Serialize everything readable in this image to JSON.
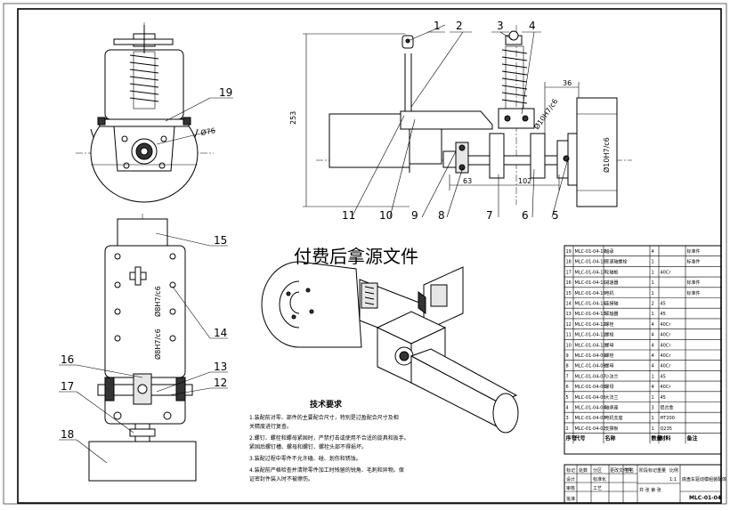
{
  "watermark": "付费后拿源文件",
  "callouts": [
    "1",
    "2",
    "3",
    "4",
    "5",
    "6",
    "7",
    "8",
    "9",
    "10",
    "11",
    "12",
    "13",
    "14",
    "15",
    "16",
    "17",
    "18",
    "19"
  ],
  "dimensions": {
    "d_253": "253",
    "d_36": "36",
    "d_63": "63",
    "d_102": "102",
    "d_76": "Ø76",
    "fit_top": "Ø10H7/c6",
    "fit_right": "Ø10H7/c6",
    "fit_mid_1": "Ø8H7/c6",
    "fit_mid_2": "Ø8H7/c6"
  },
  "tech_notes": {
    "heading": "技术要求",
    "lines": [
      "1.装配前对零、部件的主要配合尺寸，特别是过盈配合尺寸及相",
      "关精度进行复查。",
      "2.螺钉、螺栓和螺母紧固时，严禁打击或使用不合适的旋具和扳手。",
      "紧固后螺钉槽、螺母和螺钉、螺栓头部不得损坏。",
      "3.装配过程中零件不允许磕、碰、划伤和锈蚀。",
      "4.装配前严格检查并清除零件加工时残留的锐角、毛刺和异物。保",
      "证密封件装入时不被擦伤。"
    ]
  },
  "parts": [
    {
      "no": "19",
      "code": "MLC-01-04-19",
      "name": "轴承",
      "qty": "4",
      "mat": "",
      "note": "标准件"
    },
    {
      "no": "18",
      "code": "MLC-01-04-18",
      "name": "变速轴螺栓",
      "qty": "1",
      "mat": "",
      "note": "标准件"
    },
    {
      "no": "17",
      "code": "MLC-01-04-17",
      "name": "轮轴板",
      "qty": "1",
      "mat": "40Cr",
      "note": ""
    },
    {
      "no": "16",
      "code": "MLC-01-04-16",
      "name": "减速器",
      "qty": "1",
      "mat": "",
      "note": "标准件"
    },
    {
      "no": "15",
      "code": "MLC-01-04-15",
      "name": "电机",
      "qty": "1",
      "mat": "",
      "note": "标准件"
    },
    {
      "no": "14",
      "code": "MLC-01-04-14",
      "name": "连接轴",
      "qty": "2",
      "mat": "45",
      "note": ""
    },
    {
      "no": "13",
      "code": "MLC-01-04-13",
      "name": "联轴器",
      "qty": "1",
      "mat": "45",
      "note": ""
    },
    {
      "no": "12",
      "code": "MLC-01-04-12",
      "name": "螺栓",
      "qty": "4",
      "mat": "40Cr",
      "note": ""
    },
    {
      "no": "11",
      "code": "MLC-01-04-11",
      "name": "螺栓",
      "qty": "4",
      "mat": "40Cr",
      "note": ""
    },
    {
      "no": "10",
      "code": "MLC-01-04-10",
      "name": "螺母",
      "qty": "4",
      "mat": "40Cr",
      "note": ""
    },
    {
      "no": "9",
      "code": "MLC-01-04-09",
      "name": "螺栓",
      "qty": "4",
      "mat": "40Cr",
      "note": ""
    },
    {
      "no": "8",
      "code": "MLC-01-04-08",
      "name": "螺母",
      "qty": "4",
      "mat": "40Cr",
      "note": ""
    },
    {
      "no": "7",
      "code": "MLC-01-04-07",
      "name": "小法兰",
      "qty": "1",
      "mat": "45",
      "note": ""
    },
    {
      "no": "6",
      "code": "MLC-01-04-06",
      "name": "螺母",
      "qty": "4",
      "mat": "40Cr",
      "note": ""
    },
    {
      "no": "5",
      "code": "MLC-01-04-05",
      "name": "大法兰",
      "qty": "1",
      "mat": "45",
      "note": ""
    },
    {
      "no": "4",
      "code": "MLC-01-04-04",
      "name": "轴承座",
      "qty": "3",
      "mat": "铝合金",
      "note": ""
    },
    {
      "no": "3",
      "code": "MLC-01-04-03",
      "name": "电机支座",
      "qty": "1",
      "mat": "HT200",
      "note": ""
    },
    {
      "no": "2",
      "code": "MLC-01-04-02",
      "name": "支撑板",
      "qty": "1",
      "mat": "Q235",
      "note": ""
    }
  ],
  "table_header": {
    "no": "序号",
    "code": "代号",
    "name": "名称",
    "qty": "数量",
    "mat": "材料",
    "note": "备注"
  },
  "title_block": {
    "title": "底盘车驱动模组装配体",
    "drawing_no": "MLC-01-04",
    "scale": "1:1",
    "sheet_label": "共 张 第 张",
    "labels": [
      "标记",
      "处数",
      "分区",
      "更改文件号",
      "签名",
      "年.月.日",
      "设计",
      "标准化",
      "阶段标记",
      "重量",
      "比例",
      "审核",
      "工艺",
      "批准"
    ]
  }
}
